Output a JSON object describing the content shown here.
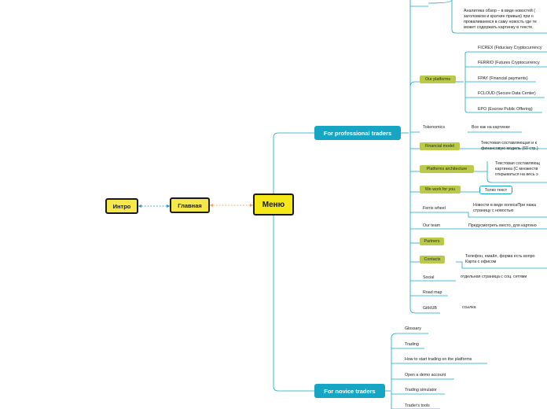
{
  "nodes": {
    "intro": "Интро",
    "main": "Главная",
    "menu": "Меню",
    "pro_traders": "For professional traders",
    "novice_traders": "For novice traders"
  },
  "pro_items": {
    "our_platforms": "Our platforms",
    "tokenomics": "Tokenomics",
    "financial_model": "Financial model",
    "platforms_architecture": "Platforms architecture",
    "we_work_for_you": "We work for you",
    "ferris_wheel": "Ferris wheel",
    "our_team": "Our team",
    "partners": "Partners",
    "contacts": "Contacts",
    "social": "Social",
    "road_map": "Road map",
    "github": "GitHUB"
  },
  "platforms": [
    "FICREX (Fiduciary Cryptocurrency",
    "FERRIO (Futures Cryptocurrency",
    "FPAY (Financial payments)",
    "FCLOUD (Secure Data Center)",
    "EPO (Escrow Public Offering)"
  ],
  "notes": {
    "analytics": [
      "Аналитика обзор – в виде новостей (",
      "заголовком и краткин привью)  при н",
      "проваливаемся в саму новость где те",
      "может содержать картинку в тексте."
    ],
    "tokenomics": "Все как на картинке",
    "financial_model": [
      "Текстовая составляющая и к",
      "финансовую модель (60 стр.)"
    ],
    "architecture": [
      "Текстовая составляющ",
      "картинка (С множеств",
      "открываться на весь э"
    ],
    "we_work": "Толко текст",
    "ferris": [
      "Новости в виде колесаПри нажа",
      "страницу с новостью"
    ],
    "team": "Предусмотреть место, для картино",
    "contacts": [
      "Телефон, емайл,  форма  есть вопро",
      "Карта с офисом"
    ],
    "social": "отдельная страница с соц. сетями",
    "github": "ссылка"
  },
  "novice_items": [
    "Glossary",
    "Trading",
    "How to start trading on the platforms",
    "Open a demo account",
    "Trading simulator",
    "Trader's tools"
  ],
  "colors": {
    "yellow": "#f5e84c",
    "blue": "#16a6c4",
    "green": "#b9c94a",
    "line": "#16a6c4",
    "dash_blue": "#2b8fc9",
    "dash_orange": "#f0a060"
  }
}
